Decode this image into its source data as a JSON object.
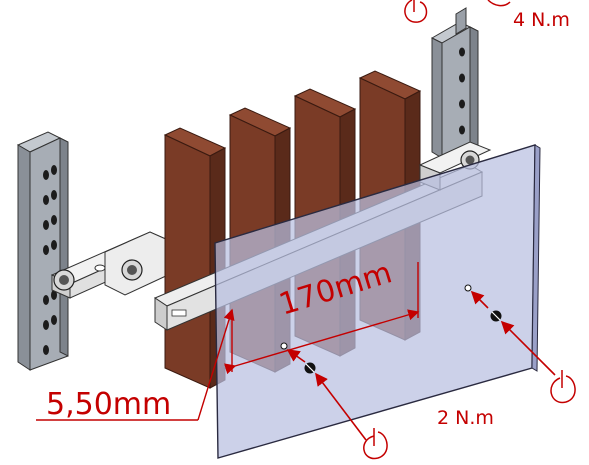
{
  "annotations": {
    "torque_top": "4 N.m",
    "torque_bottom": "2 N.m",
    "dimension_width": "170mm",
    "dimension_depth": "5,50mm"
  },
  "colors": {
    "annotation": "#c40000",
    "copper_busbar": "#7a3b26",
    "copper_edge": "#4a2216",
    "rail_steel": "#9aa0a8",
    "rail_shadow": "#6e747c",
    "cover_plate": "#b9bfe0",
    "bracket": "#e8e8e8"
  },
  "icons": {
    "rotation": "rotation-arrow-icon",
    "screw": "screw-icon"
  }
}
